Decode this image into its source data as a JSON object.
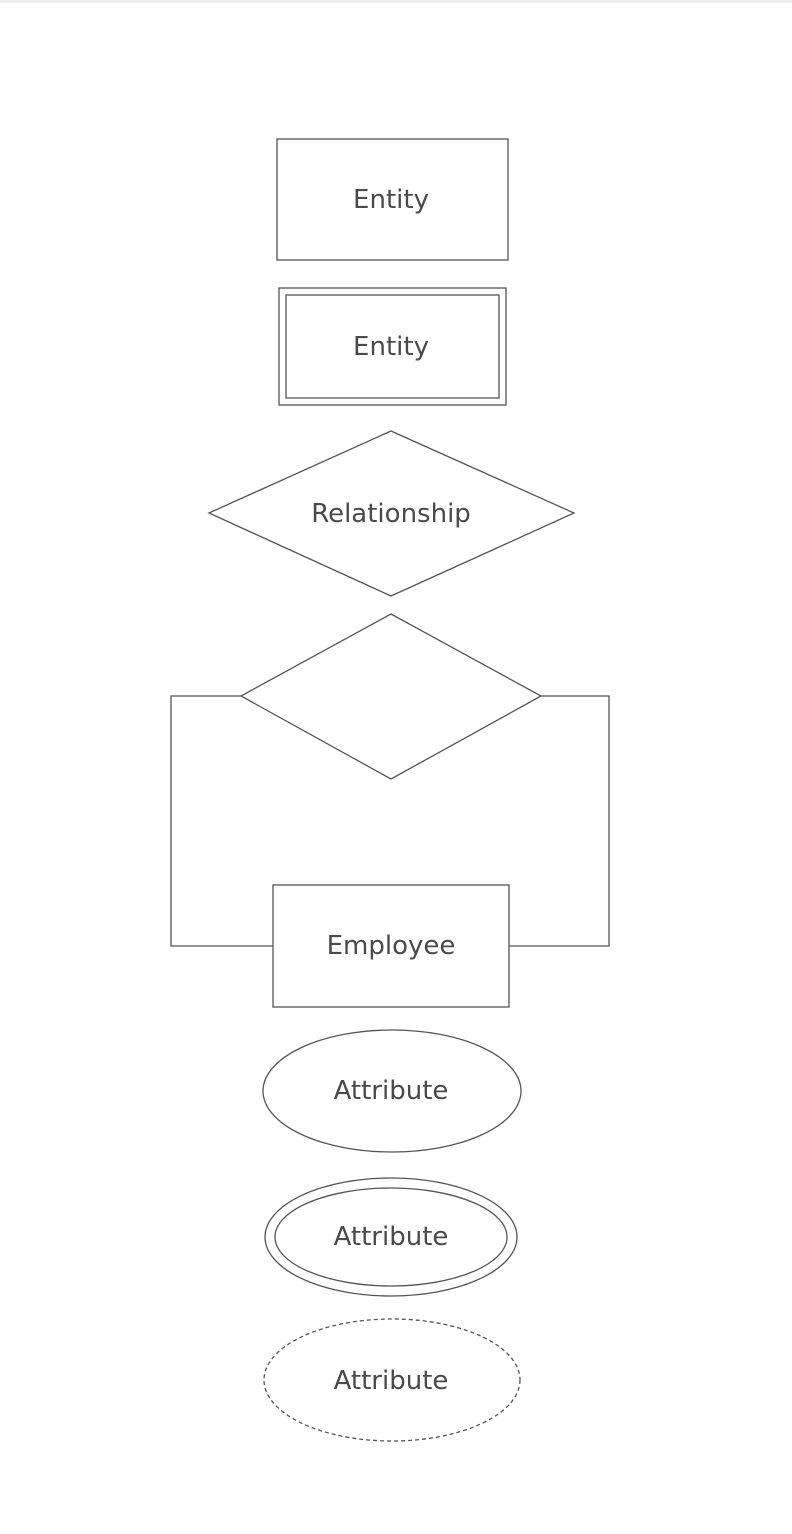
{
  "diagram": {
    "shapes": [
      {
        "id": "entity",
        "label": "Entity"
      },
      {
        "id": "weak-entity",
        "label": "Entity"
      },
      {
        "id": "relationship",
        "label": "Relationship"
      },
      {
        "id": "recursive-relationship",
        "label": ""
      },
      {
        "id": "employee-entity",
        "label": "Employee"
      },
      {
        "id": "attribute",
        "label": "Attribute"
      },
      {
        "id": "multivalued-attribute",
        "label": "Attribute"
      },
      {
        "id": "derived-attribute",
        "label": "Attribute"
      }
    ]
  }
}
